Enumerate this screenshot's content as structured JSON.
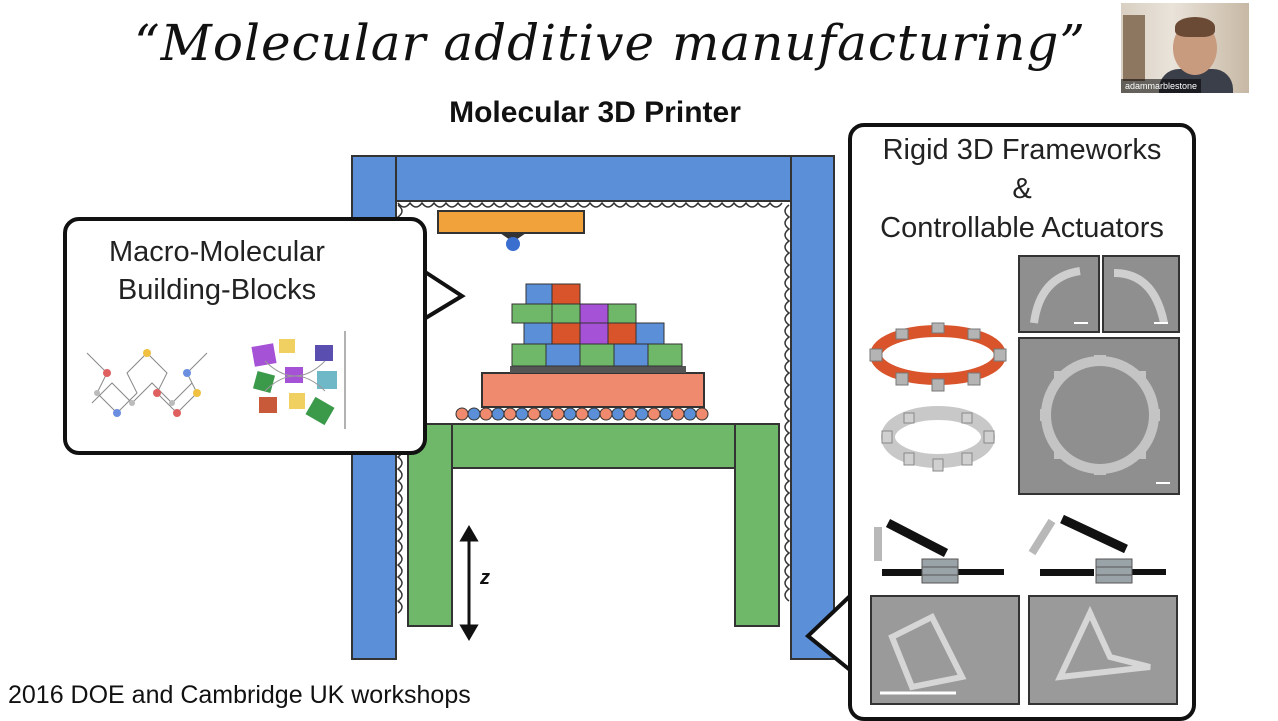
{
  "slide": {
    "title": "“Molecular additive manufacturing”",
    "diagram_title": "Molecular 3D Printer",
    "footer": "2016 DOE and Cambridge UK workshops",
    "left_panel": {
      "line1": "Macro-Molecular",
      "line2": "Building-Blocks"
    },
    "right_panel": {
      "line1": "Rigid 3D Frameworks",
      "line2": "&",
      "line3": "Controllable Actuators"
    },
    "z_axis_label": "z"
  },
  "video": {
    "participant_name": "adammarblestone"
  },
  "colors": {
    "frame_blue": "#5b8fd8",
    "stage_green": "#6fb86a",
    "platform_salmon": "#f08a6e",
    "nozzle_orange": "#f2a23a",
    "ring_red": "#d9542b",
    "ring_grey": "#b4b4b4"
  },
  "icons": [
    "block-grid-icon",
    "molecule-icon",
    "ring-gear-icon",
    "hinge-actuator-icon"
  ]
}
